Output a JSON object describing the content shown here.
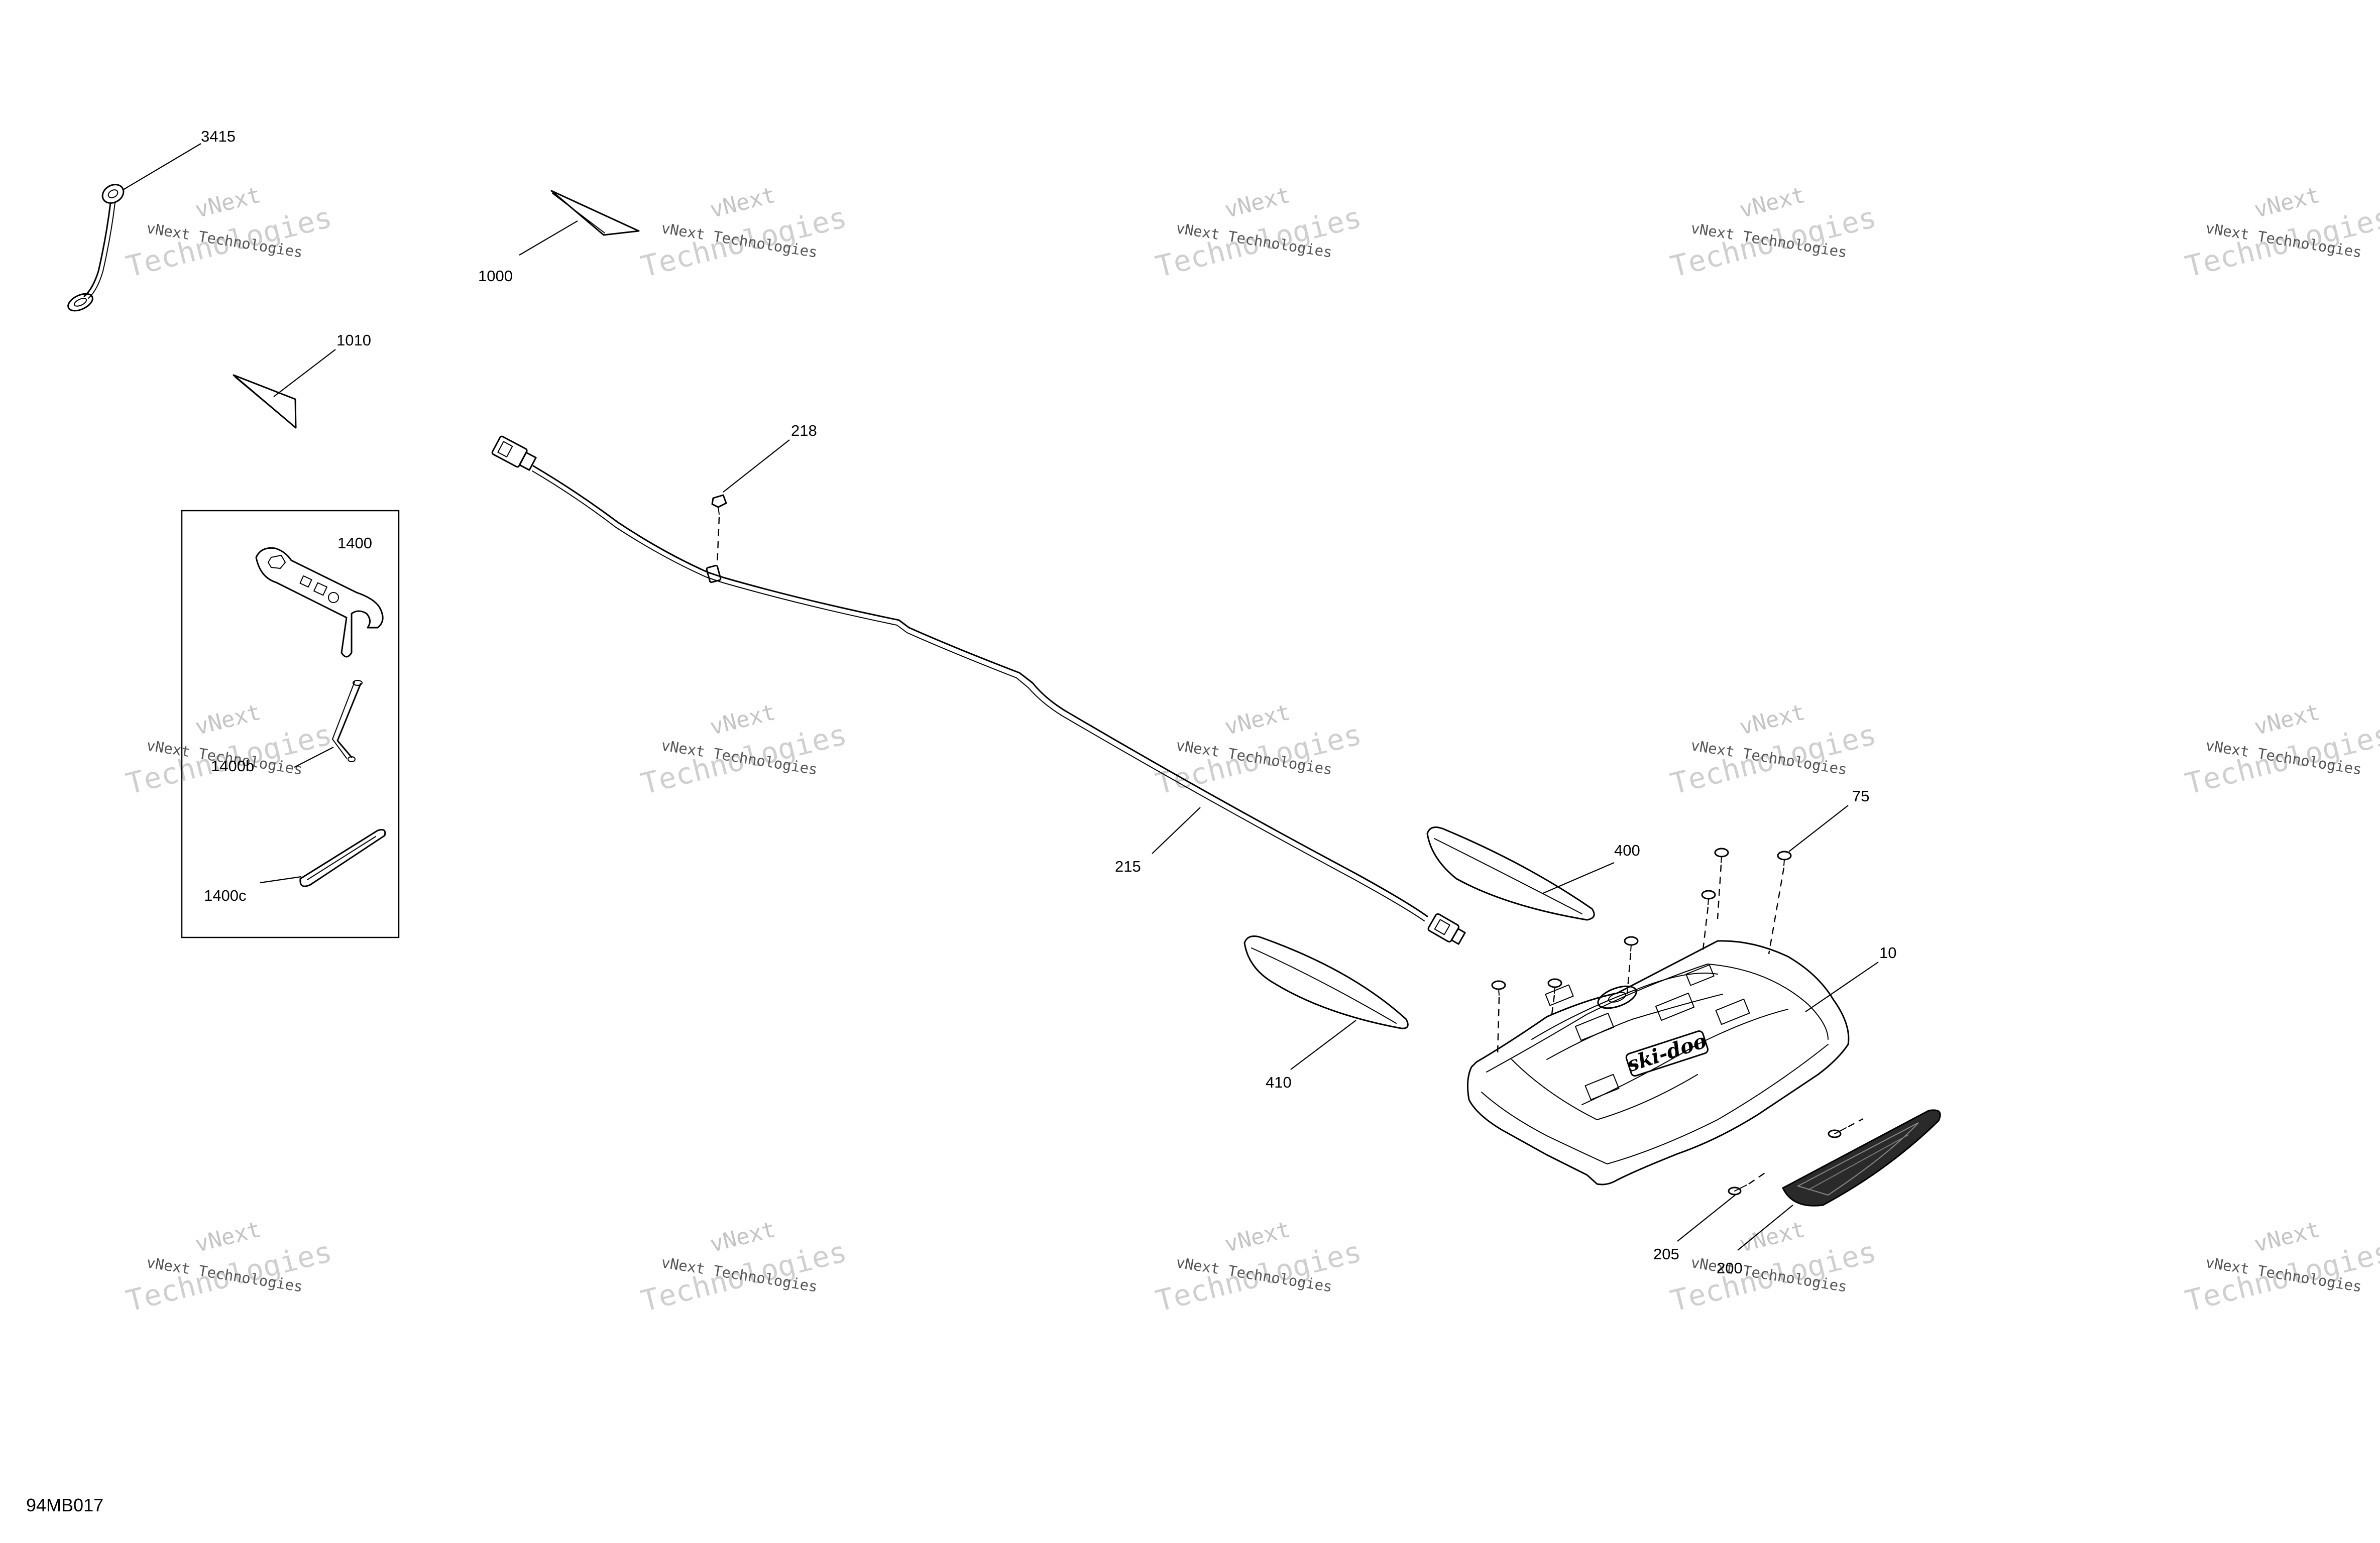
{
  "diagram_code": "94MB017",
  "watermark": {
    "line1": "vNext",
    "line2": "vNext Technologies",
    "line3": "Technologies"
  },
  "parts": {
    "p3415": "3415",
    "p1000": "1000",
    "p1010": "1010",
    "p218": "218",
    "p1400": "1400",
    "p1400b": "1400b",
    "p1400c": "1400c",
    "p215": "215",
    "p400": "400",
    "p75": "75",
    "p10": "10",
    "p410": "410",
    "p205": "205",
    "p200": "200"
  },
  "logo_text": "ski-doo"
}
